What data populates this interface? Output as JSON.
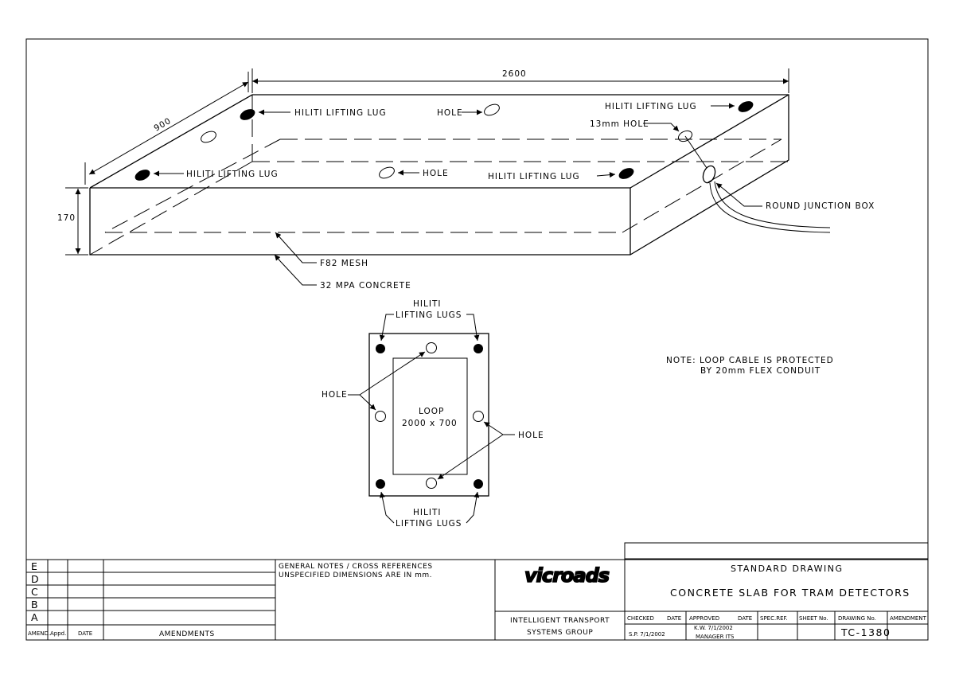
{
  "dimensions": {
    "length": "2600",
    "width": "900",
    "height": "170"
  },
  "isometric_labels": {
    "lug_left_top": "HILITI LIFTING LUG",
    "lug_left_bottom": "HILITI LIFTING LUG",
    "lug_right_top": "HILITI LIFTING LUG",
    "lug_right_bottom": "HILITI LIFTING LUG",
    "hole_top": "HOLE",
    "hole_mid": "HOLE",
    "hole_13mm": "13mm HOLE",
    "junction_box": "ROUND JUNCTION BOX",
    "mesh": "F82 MESH",
    "concrete": "32 MPA CONCRETE"
  },
  "plan_view": {
    "lugs_top_line1": "HILITI",
    "lugs_top_line2": "LIFTING LUGS",
    "lugs_bottom_line1": "HILITI",
    "lugs_bottom_line2": "LIFTING LUGS",
    "hole_left": "HOLE",
    "hole_right": "HOLE",
    "loop_line1": "LOOP",
    "loop_line2": "2000 x 700"
  },
  "note": {
    "line1": "NOTE: LOOP CABLE IS PROTECTED",
    "line2": "BY 20mm FLEX CONDUIT"
  },
  "title_block": {
    "amend_letters": [
      "E",
      "D",
      "C",
      "B",
      "A"
    ],
    "amend_header": {
      "amend": "AMEND.",
      "appd": "Appd.",
      "date": "DATE",
      "amendments": "AMENDMENTS"
    },
    "general_notes_line1": "GENERAL NOTES / CROSS REFERENCES",
    "general_notes_line2": "UNSPECIFIED DIMENSIONS ARE IN mm.",
    "logo_text": "vicroads",
    "group_line1": "INTELLIGENT TRANSPORT",
    "group_line2": "SYSTEMS GROUP",
    "standard_drawing": "STANDARD DRAWING",
    "drawing_title": "CONCRETE SLAB FOR TRAM DETECTORS",
    "checked_label": "CHECKED",
    "checked_date_label": "DATE",
    "checked_value": "S.P. 7/1/2002",
    "approved_label": "APPROVED",
    "approved_date_label": "DATE",
    "approved_value_line1": "K.W. 7/1/2002",
    "approved_value_line2": "MANAGER ITS",
    "spec_ref_label": "SPEC.REF.",
    "sheet_no_label": "SHEET No.",
    "drawing_no_label": "DRAWING No.",
    "drawing_no_value": "TC-1380",
    "amendment_label": "AMENDMENT"
  },
  "colors": {
    "ink": "#000000",
    "paper": "#ffffff"
  }
}
